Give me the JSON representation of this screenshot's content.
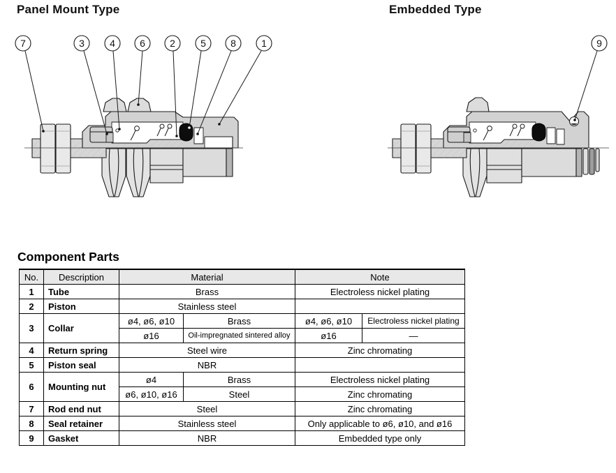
{
  "diagrams": {
    "panel_mount": {
      "title": "Panel Mount Type",
      "callouts": [
        {
          "number": "7",
          "part": "Rod end nut"
        },
        {
          "number": "3",
          "part": "Collar"
        },
        {
          "number": "4",
          "part": "Return spring"
        },
        {
          "number": "6",
          "part": "Mounting nut"
        },
        {
          "number": "2",
          "part": "Piston"
        },
        {
          "number": "5",
          "part": "Piston seal"
        },
        {
          "number": "8",
          "part": "Seal retainer"
        },
        {
          "number": "1",
          "part": "Tube"
        }
      ]
    },
    "embedded": {
      "title": "Embedded Type",
      "callouts": [
        {
          "number": "9",
          "part": "Gasket"
        }
      ]
    }
  },
  "component_parts": {
    "title": "Component Parts",
    "headers": {
      "no": "No.",
      "description": "Description",
      "material": "Material",
      "note": "Note"
    },
    "rows": [
      {
        "no": "1",
        "description": "Tube",
        "material": "Brass",
        "note": "Electroless nickel plating"
      },
      {
        "no": "2",
        "description": "Piston",
        "material": "Stainless steel",
        "note": ""
      },
      {
        "no": "3",
        "description": "Collar",
        "sub": [
          {
            "material_size": "ø4, ø6, ø10",
            "material": "Brass",
            "note_size": "ø4, ø6, ø10",
            "note": "Electroless nickel plating"
          },
          {
            "material_size": "ø16",
            "material": "Oil-impregnated sintered alloy",
            "note_size": "ø16",
            "note": "—"
          }
        ]
      },
      {
        "no": "4",
        "description": "Return spring",
        "material": "Steel wire",
        "note": "Zinc chromating"
      },
      {
        "no": "5",
        "description": "Piston seal",
        "material": "NBR",
        "note": ""
      },
      {
        "no": "6",
        "description": "Mounting nut",
        "sub": [
          {
            "material_size": "ø4",
            "material": "Brass",
            "note": "Electroless nickel plating"
          },
          {
            "material_size": "ø6, ø10, ø16",
            "material": "Steel",
            "note": "Zinc chromating"
          }
        ]
      },
      {
        "no": "7",
        "description": "Rod end nut",
        "material": "Steel",
        "note": "Zinc chromating"
      },
      {
        "no": "8",
        "description": "Seal retainer",
        "material": "Stainless steel",
        "note": "Only applicable to ø6, ø10, and ø16"
      },
      {
        "no": "9",
        "description": "Gasket",
        "material": "NBR",
        "note": "Embedded type only"
      }
    ]
  },
  "colors": {
    "body_fill": "#d2d2d2",
    "nut_fill": "#e6e6e6",
    "seal_fill": "#111111",
    "header_bg": "#e8e8e8",
    "outline": "#1a1a1a"
  }
}
